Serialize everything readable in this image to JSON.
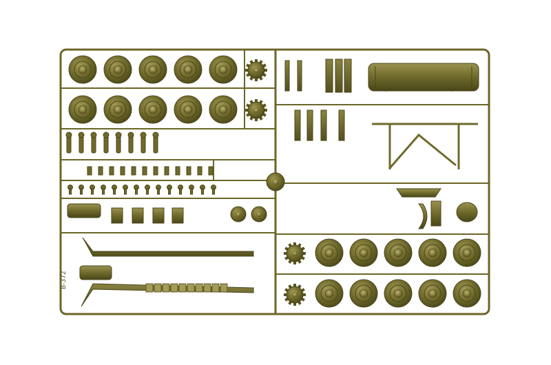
{
  "image": {
    "subject": "plastic-model-kit-sprue",
    "plastic_color": "#6f6a2b",
    "plastic_highlight": "#a39a55",
    "plastic_shadow": "#4a4619",
    "background": "#ffffff"
  },
  "sprue": {
    "label_text": "B-372",
    "label_text_rotated": true
  },
  "parts": {
    "large_road_wheels": 20,
    "sprockets": 4,
    "track_idler_rolls": 2
  }
}
